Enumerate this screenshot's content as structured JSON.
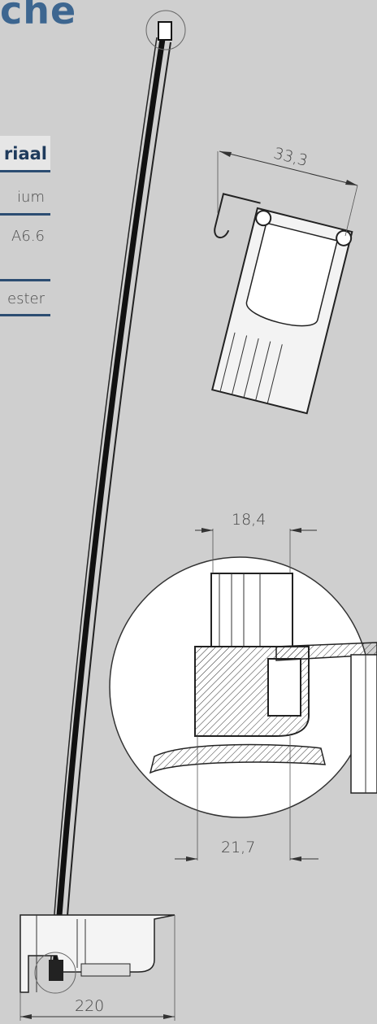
{
  "title": "che",
  "material_table": {
    "header": "riaal",
    "rows": [
      "ium",
      "A6.6",
      "ester"
    ]
  },
  "dimensions": {
    "top_detail_width": "33,3",
    "bottom_detail_upper": "18,4",
    "bottom_detail_lower": "21,7",
    "overall_base_width": "220"
  },
  "colors": {
    "background": "#cfcfcf",
    "title": "#3d6690",
    "table_rule": "#2c4d72"
  }
}
